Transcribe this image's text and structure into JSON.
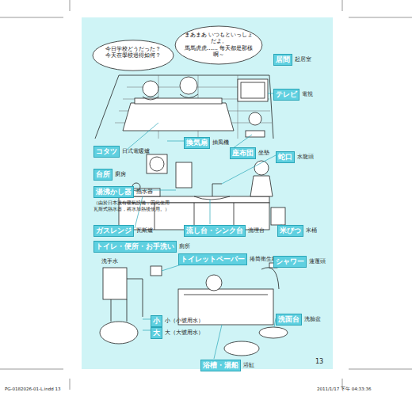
{
  "diagram": {
    "nodes": [
      {
        "text": [
          "今日学校どうだった？",
          "今天在學校過得如何？"
        ]
      },
      {
        "text": [
          "まあまあ いつもといっしょだよ。",
          "馬馬虎虎…… 每天都是那樣啊～"
        ]
      },
      {
        "text": [
          "居間",
          "起居室"
        ]
      },
      {
        "text": [
          "テレビ",
          "電視"
        ]
      },
      {
        "text": [
          "コタツ",
          "日式電暖爐"
        ]
      },
      {
        "text": [
          "換気扇",
          "抽風機"
        ]
      },
      {
        "text": [
          "座布団",
          "坐墊"
        ]
      },
      {
        "text": [
          "蛇口",
          "水龍頭"
        ]
      },
      {
        "text": [
          "台所",
          "廚房"
        ]
      },
      {
        "text": [
          "湯沸かし器",
          "熱水器",
          "（由於日本沒有暖氣設備，因此使用瓦斯式熱水器，將水加熱後使用。）"
        ]
      },
      {
        "text": [
          "ガスレンジ",
          "瓦斯爐"
        ]
      },
      {
        "text": [
          "流し台・シンク台",
          "流理台"
        ]
      },
      {
        "text": [
          "米びつ",
          "米桶"
        ]
      },
      {
        "text": [
          "トイレ・便所・お手洗い",
          "廁所"
        ]
      },
      {
        "text": [
          "トイレットペーパー",
          "捲筒衛生紙"
        ]
      },
      {
        "text": [
          "シャワー",
          "蓮蓬頭"
        ]
      },
      {
        "text": [
          "小",
          "小（小號用水）"
        ]
      },
      {
        "text": [
          "大",
          "大（大號用水）"
        ]
      },
      {
        "text": [
          "洗面台",
          "洗臉盆"
        ]
      },
      {
        "text": [
          "浴槽・湯船",
          "浴缸"
        ]
      }
    ],
    "labels": [
      "洗手水",
      "13",
      "PG-0182026-01-L.indd 13",
      "2011/1/17 下午 04:33:36"
    ]
  }
}
